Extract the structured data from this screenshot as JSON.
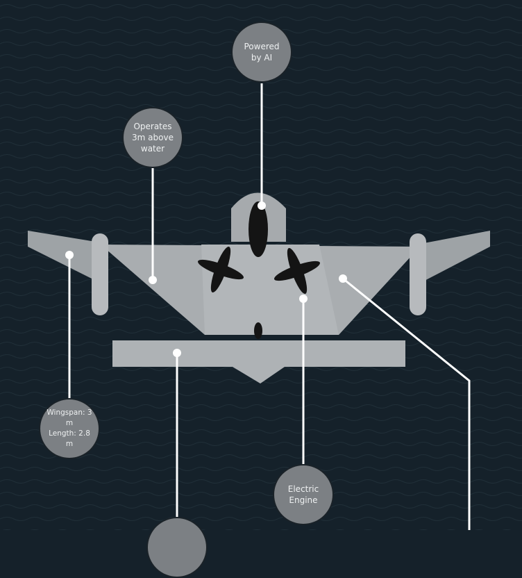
{
  "callouts": {
    "ai": "Powered\nby AI",
    "altitude": "Operates\n3m above\nwater",
    "dimensions": "Wingspan: 3 m\nLength: 2.8 m",
    "engine": "Electric\nEngine",
    "bottom": ""
  },
  "colors": {
    "water": "#15212a",
    "callout": "#7c8084",
    "drone": "#a9adb0",
    "line": "#ffffff"
  }
}
